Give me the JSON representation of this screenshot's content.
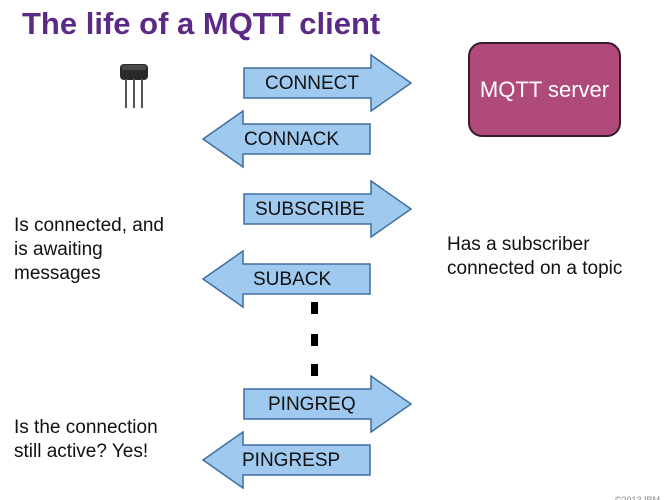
{
  "title": "The life of a MQTT client",
  "server": {
    "label": "MQTT server"
  },
  "colors": {
    "title": "#5b2a86",
    "arrow_fill": "#9fc9ef",
    "arrow_stroke": "#3f6f9f",
    "server_fill": "#b04a7a"
  },
  "messages": [
    {
      "label": "CONNECT",
      "direction": "to-server"
    },
    {
      "label": "CONNACK",
      "direction": "to-client"
    },
    {
      "label": "SUBSCRIBE",
      "direction": "to-server"
    },
    {
      "label": "SUBACK",
      "direction": "to-client"
    },
    {
      "label": "PINGREQ",
      "direction": "to-server"
    },
    {
      "label": "PINGRESP",
      "direction": "to-client"
    }
  ],
  "client_notes": {
    "connected": [
      "Is connected, and",
      "is awaiting",
      "messages"
    ],
    "ping": [
      "Is the connection",
      "still active? Yes!"
    ]
  },
  "server_note": [
    "Has a subscriber",
    "connected on a topic"
  ],
  "client_icon": "transistor-device-icon",
  "footer": "©2013 IBM"
}
